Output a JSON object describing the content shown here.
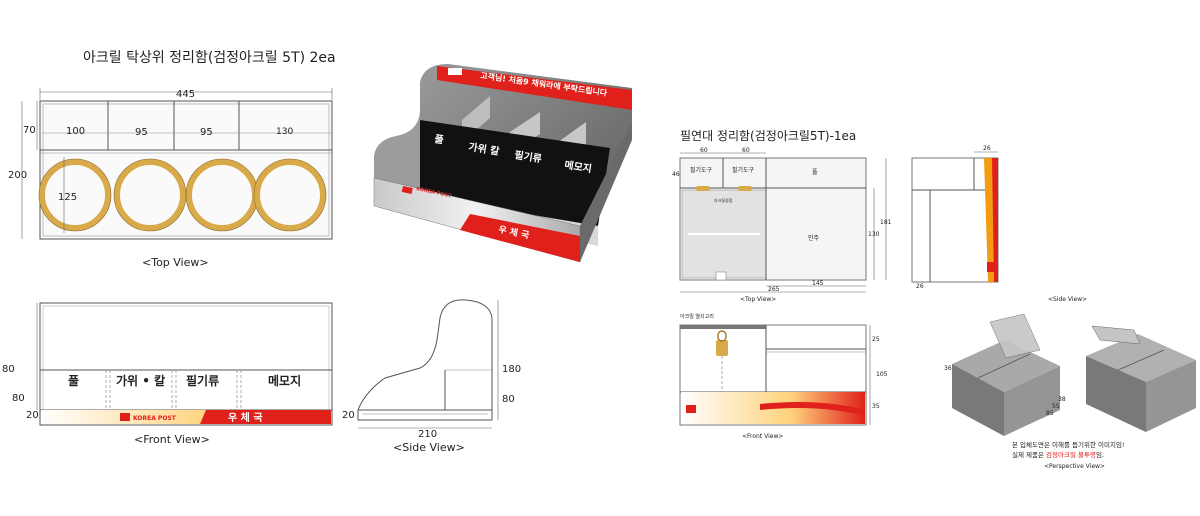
{
  "left": {
    "title": "아크릴 탁상위 정리함(검정아크릴 5T) 2ea",
    "top_view": {
      "caption": "<Top View>",
      "width": "445",
      "depth_top": "70",
      "depth_total": "200",
      "compartments": [
        "100",
        "95",
        "95",
        "130"
      ],
      "circle_dia": "125"
    },
    "front_view": {
      "caption": "<Front View>",
      "h_top": "80",
      "h_bottom": "80",
      "h_base": "20",
      "labels": [
        "풀",
        "가위 • 칼",
        "필기류",
        "메모지"
      ],
      "brand": "KOREA POST",
      "banner": "우  체  국"
    },
    "side_view": {
      "caption": "<Side View>",
      "h_total": "180",
      "h_front": "80",
      "h_base": "20",
      "depth": "210"
    },
    "render": {
      "banner_text": "고객님! 처음9 채워라에 부탁드립니다",
      "labels": [
        "풀",
        "가위 칼",
        "필기류",
        "메모지"
      ],
      "front_text": "우 체 국",
      "logo_text": "KOREA POST"
    }
  },
  "right": {
    "title": "필연대 정리함(검정아크릴5T)-1ea",
    "top_view": {
      "caption": "<Top View>",
      "cells": [
        "필기도구",
        "필기도구",
        "풀",
        "인주"
      ],
      "dims_top": [
        "60",
        "60"
      ],
      "dim_left": "46",
      "dim_right_outer": "181",
      "dim_right_inner": "130",
      "dim_bottom": "145",
      "dim_total": "265",
      "marker_label": "아크릴경첩"
    },
    "side_view": {
      "caption": "<Side View>",
      "dim_top": "26",
      "dim_bottom": "26"
    },
    "front_view": {
      "caption": "<Front View>",
      "lid_label": "아크릴 열쇠고리",
      "dims": [
        "25",
        "105",
        "35"
      ]
    },
    "perspective": {
      "caption": "<Perspective View>",
      "dims": [
        "36",
        "38",
        "55",
        "85"
      ],
      "note_line1": "본 입체도면은 이해를 돕기위한 이미지임!",
      "note_line2_prefix": "실제 제품은 ",
      "note_line2_highlight": "검정아크릴 불투명",
      "note_line2_suffix": "임."
    }
  },
  "colors": {
    "gold_ring": "#d9aa4a",
    "red": "#e0201b",
    "orange": "#f39c12",
    "black_panel": "#111111",
    "grey_acrylic": "#7d7d7d"
  }
}
